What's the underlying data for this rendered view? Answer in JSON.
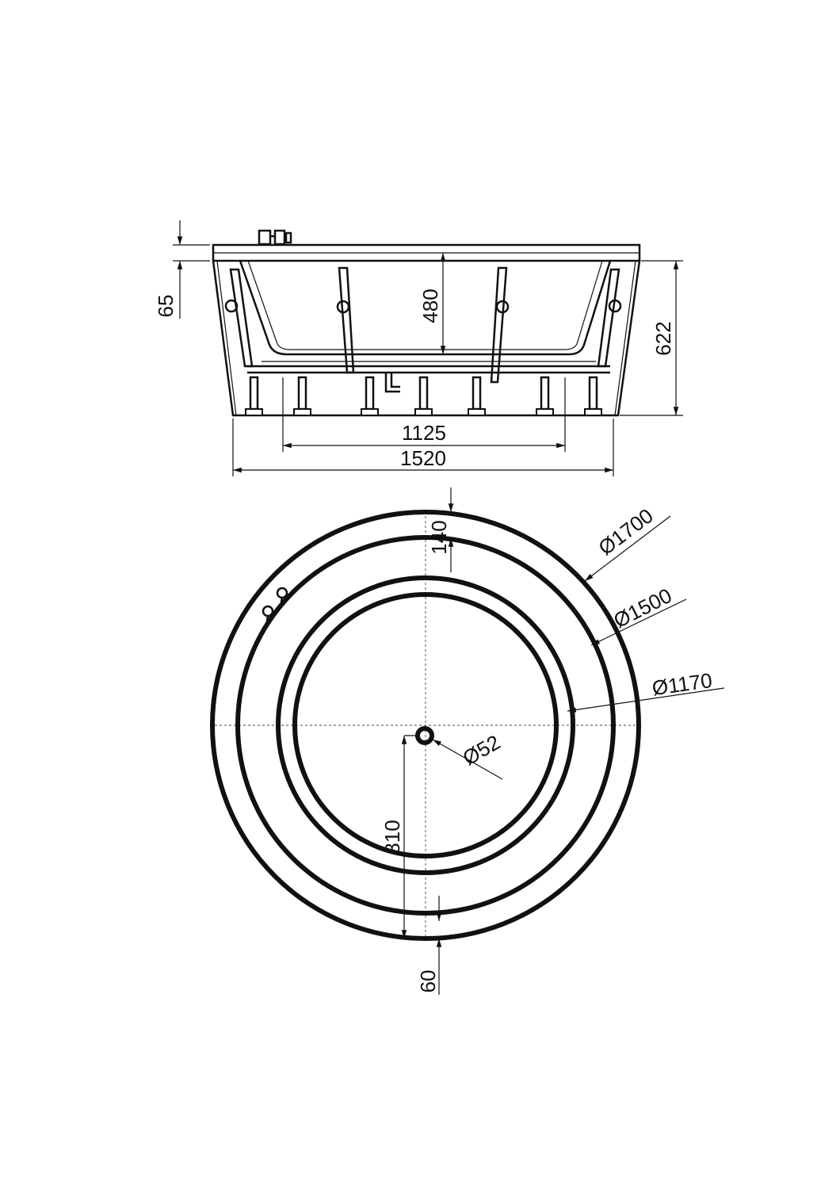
{
  "side_view": {
    "dim_65": "65",
    "dim_480": "480",
    "dim_622": "622",
    "dim_1125": "1125",
    "dim_1520": "1520"
  },
  "plan_view": {
    "dim_140": "140",
    "dim_d1700": "Ø1700",
    "dim_d1500": "Ø1500",
    "dim_d1170": "Ø1170",
    "dim_d52": "Ø52",
    "dim_810": "810",
    "dim_60": "60"
  }
}
